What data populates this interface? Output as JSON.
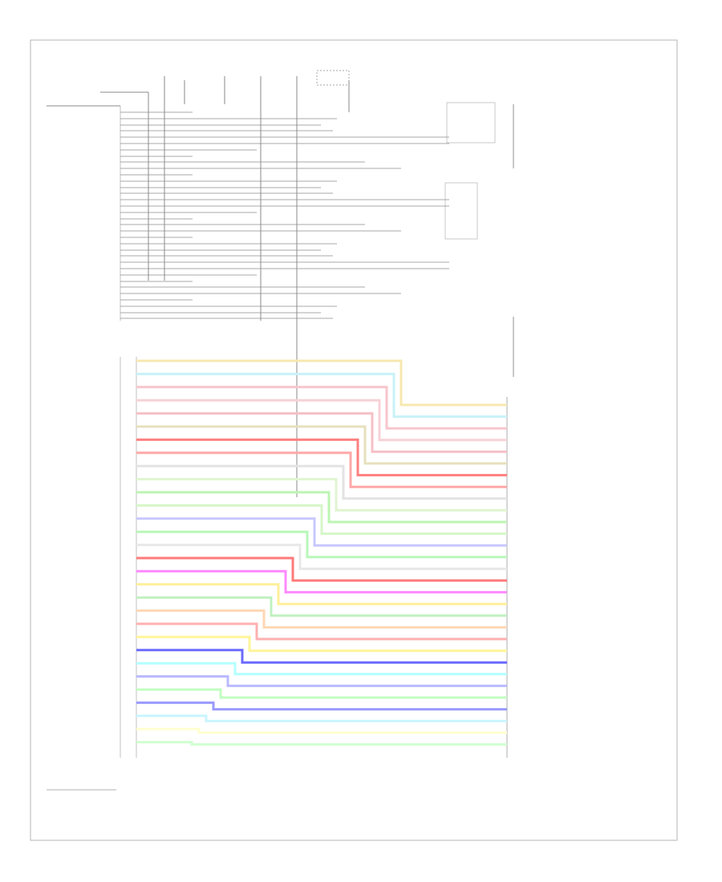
{
  "footer_note": "",
  "wires": [
    {
      "color": "#f7e8b0",
      "edge": "bottom"
    },
    {
      "color": "#c8f2f7",
      "edge": "bottom"
    },
    {
      "color": "#f7c6cc",
      "edge": "bottom"
    },
    {
      "color": "#f7d2d6",
      "edge": "bottom"
    },
    {
      "color": "#f6c0c6",
      "edge": "bottom"
    },
    {
      "color": "#e6e0bd",
      "edge": "bottom"
    },
    {
      "color": "#ff8080",
      "edge": "bottom"
    },
    {
      "color": "#ffa8a8",
      "edge": "bottom"
    },
    {
      "color": "#e3e3e3",
      "edge": "bottom"
    },
    {
      "color": "#e0f5d0",
      "edge": "bottom"
    },
    {
      "color": "#bdf5b3",
      "edge": "bottom"
    },
    {
      "color": "#d6f7c8",
      "edge": "bottom"
    },
    {
      "color": "#c8c8ff",
      "edge": "bottom"
    },
    {
      "color": "#b9f7b9",
      "edge": "bottom"
    },
    {
      "color": "#e8e8e8",
      "edge": "bottom"
    },
    {
      "color": "#ff7a7a",
      "edge": "bottom"
    },
    {
      "color": "#ff8aff",
      "edge": "bottom"
    },
    {
      "color": "#ffef9a",
      "edge": "bottom"
    },
    {
      "color": "#c0f0c0",
      "edge": "bottom"
    },
    {
      "color": "#ffd7b5",
      "edge": "bottom"
    },
    {
      "color": "#ffb0b0",
      "edge": "bottom"
    },
    {
      "color": "#fff59a",
      "edge": "bottom"
    },
    {
      "color": "#6b6bff",
      "edge": "bottom"
    },
    {
      "color": "#b3ffff",
      "edge": "bottom"
    },
    {
      "color": "#b9b9ff",
      "edge": "bottom"
    },
    {
      "color": "#c0ffc0",
      "edge": "bottom"
    },
    {
      "color": "#9a9aff",
      "edge": "bottom"
    },
    {
      "color": "#c9f5ff",
      "edge": "bottom"
    },
    {
      "color": "#ffffd0",
      "edge": "bottom"
    },
    {
      "color": "#d0ffd0",
      "edge": "bottom"
    }
  ]
}
